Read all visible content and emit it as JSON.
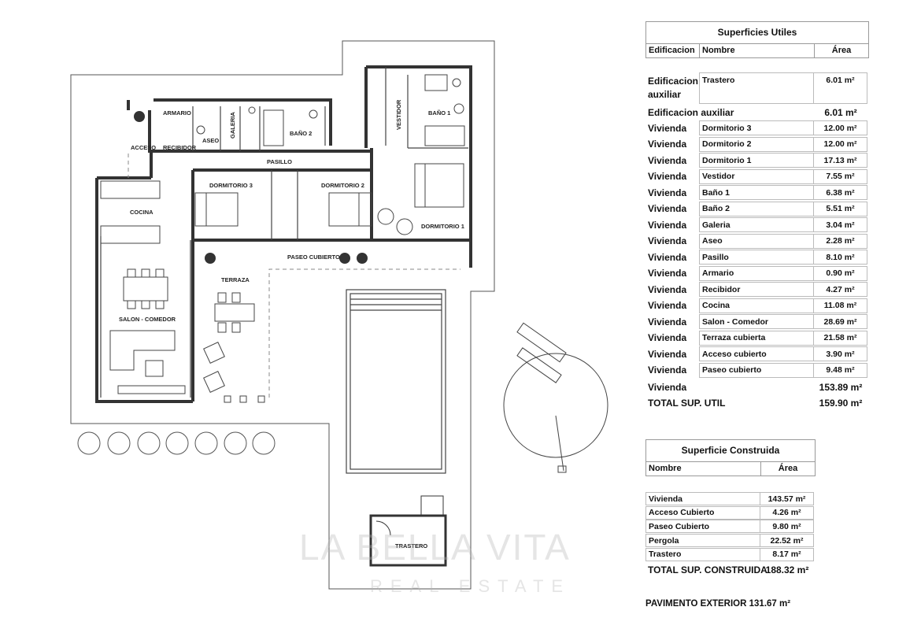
{
  "plan": {
    "rooms": {
      "armario": "ARMARIO",
      "acceso": "ACCESO",
      "recibidor": "RECIBIDOR",
      "aseo": "ASEO",
      "galeria": "GALERIA",
      "bano2": "BAÑO 2",
      "vestidor": "VESTIDOR",
      "bano1": "BAÑO 1",
      "pasillo": "PASILLO",
      "dormitorio3": "DORMITORIO 3",
      "dormitorio2": "DORMITORIO 2",
      "dormitorio1": "DORMITORIO 1",
      "cocina": "COCINA",
      "paseo": "PASEO CUBIERTO",
      "terraza": "TERRAZA",
      "salon": "SALON - COMEDOR",
      "trastero": "TRASTERO"
    }
  },
  "utiles": {
    "title": "Superficies Utiles",
    "headers": [
      "Edificacion",
      "Nombre",
      "Área"
    ],
    "first": {
      "edif": "Edificacion auxiliar",
      "name": "Trastero",
      "area": "6.01 m²"
    },
    "subtotal_aux": {
      "label": "Edificacion auxiliar",
      "area": "6.01 m²"
    },
    "rows": [
      {
        "edif": "Vivienda",
        "name": "Dormitorio 3",
        "area": "12.00 m²"
      },
      {
        "edif": "Vivienda",
        "name": "Dormitorio 2",
        "area": "12.00 m²"
      },
      {
        "edif": "Vivienda",
        "name": "Dormitorio 1",
        "area": "17.13 m²"
      },
      {
        "edif": "Vivienda",
        "name": "Vestidor",
        "area": "7.55 m²"
      },
      {
        "edif": "Vivienda",
        "name": "Baño 1",
        "area": "6.38 m²"
      },
      {
        "edif": "Vivienda",
        "name": "Baño 2",
        "area": "5.51 m²"
      },
      {
        "edif": "Vivienda",
        "name": "Galeria",
        "area": "3.04 m²"
      },
      {
        "edif": "Vivienda",
        "name": "Aseo",
        "area": "2.28 m²"
      },
      {
        "edif": "Vivienda",
        "name": "Pasillo",
        "area": "8.10 m²"
      },
      {
        "edif": "Vivienda",
        "name": "Armario",
        "area": "0.90 m²"
      },
      {
        "edif": "Vivienda",
        "name": "Recibidor",
        "area": "4.27 m²"
      },
      {
        "edif": "Vivienda",
        "name": "Cocina",
        "area": "11.08 m²"
      },
      {
        "edif": "Vivienda",
        "name": "Salon - Comedor",
        "area": "28.69 m²"
      },
      {
        "edif": "Vivienda",
        "name": "Terraza cubierta",
        "area": "21.58 m²"
      },
      {
        "edif": "Vivienda",
        "name": "Acceso cubierto",
        "area": "3.90 m²"
      },
      {
        "edif": "Vivienda",
        "name": "Paseo cubierto",
        "area": "9.48 m²"
      }
    ],
    "subtotal_viv": {
      "label": "Vivienda",
      "area": "153.89 m²"
    },
    "total": {
      "label": "TOTAL SUP. UTIL",
      "area": "159.90 m²"
    }
  },
  "construida": {
    "title": "Superficie Construida",
    "headers": [
      "Nombre",
      "Área"
    ],
    "rows": [
      {
        "name": "Vivienda",
        "area": "143.57 m²"
      },
      {
        "name": "Acceso Cubierto",
        "area": "4.26 m²"
      },
      {
        "name": "Paseo Cubierto",
        "area": "9.80 m²"
      },
      {
        "name": "Pergola",
        "area": "22.52 m²"
      },
      {
        "name": "Trastero",
        "area": "8.17 m²"
      }
    ],
    "total": {
      "label": "TOTAL SUP. CONSTRUIDA",
      "area": "188.32 m²"
    }
  },
  "pavimento": "PAVIMENTO EXTERIOR 131.67 m²",
  "watermark": {
    "line1": "LA BELLA VITA",
    "line2": "REAL ESTATE"
  }
}
